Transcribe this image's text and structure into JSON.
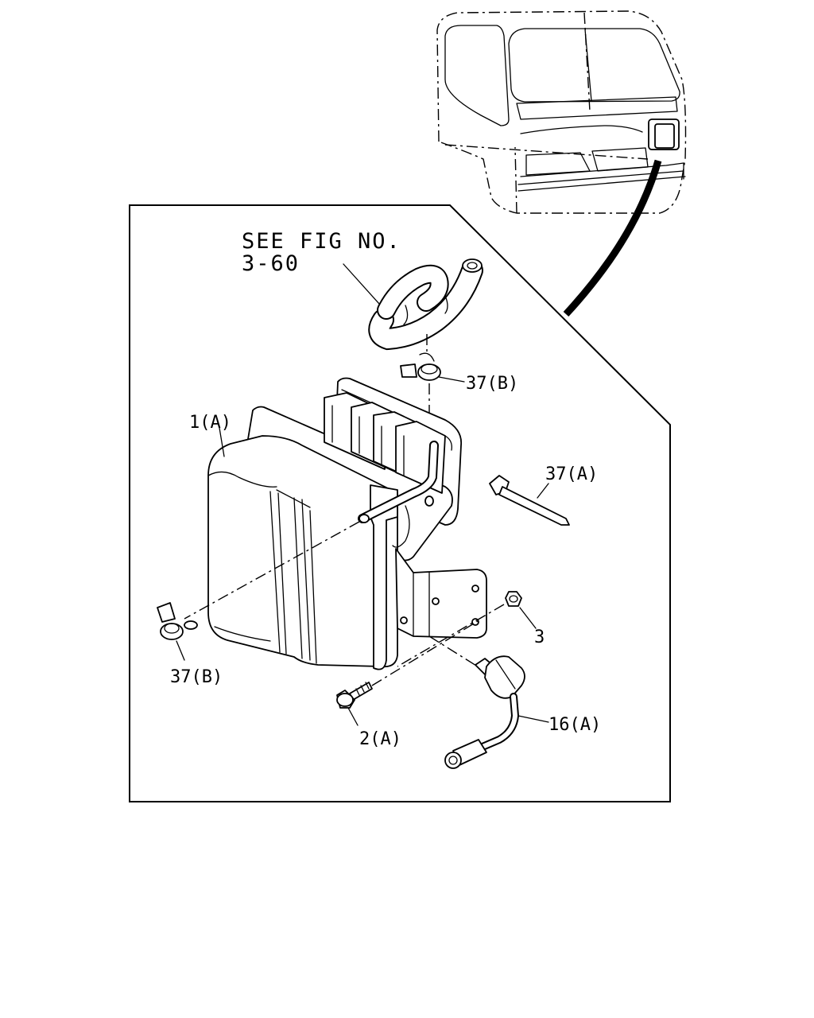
{
  "reference": {
    "line1": "SEE FIG NO.",
    "line2": "3-60"
  },
  "callouts": {
    "canister": "1(A)",
    "clip_top": "37(B)",
    "clip_left": "37(B)",
    "band": "37(A)",
    "nut": "3",
    "bolt": "2(A)",
    "valve": "16(A)"
  }
}
